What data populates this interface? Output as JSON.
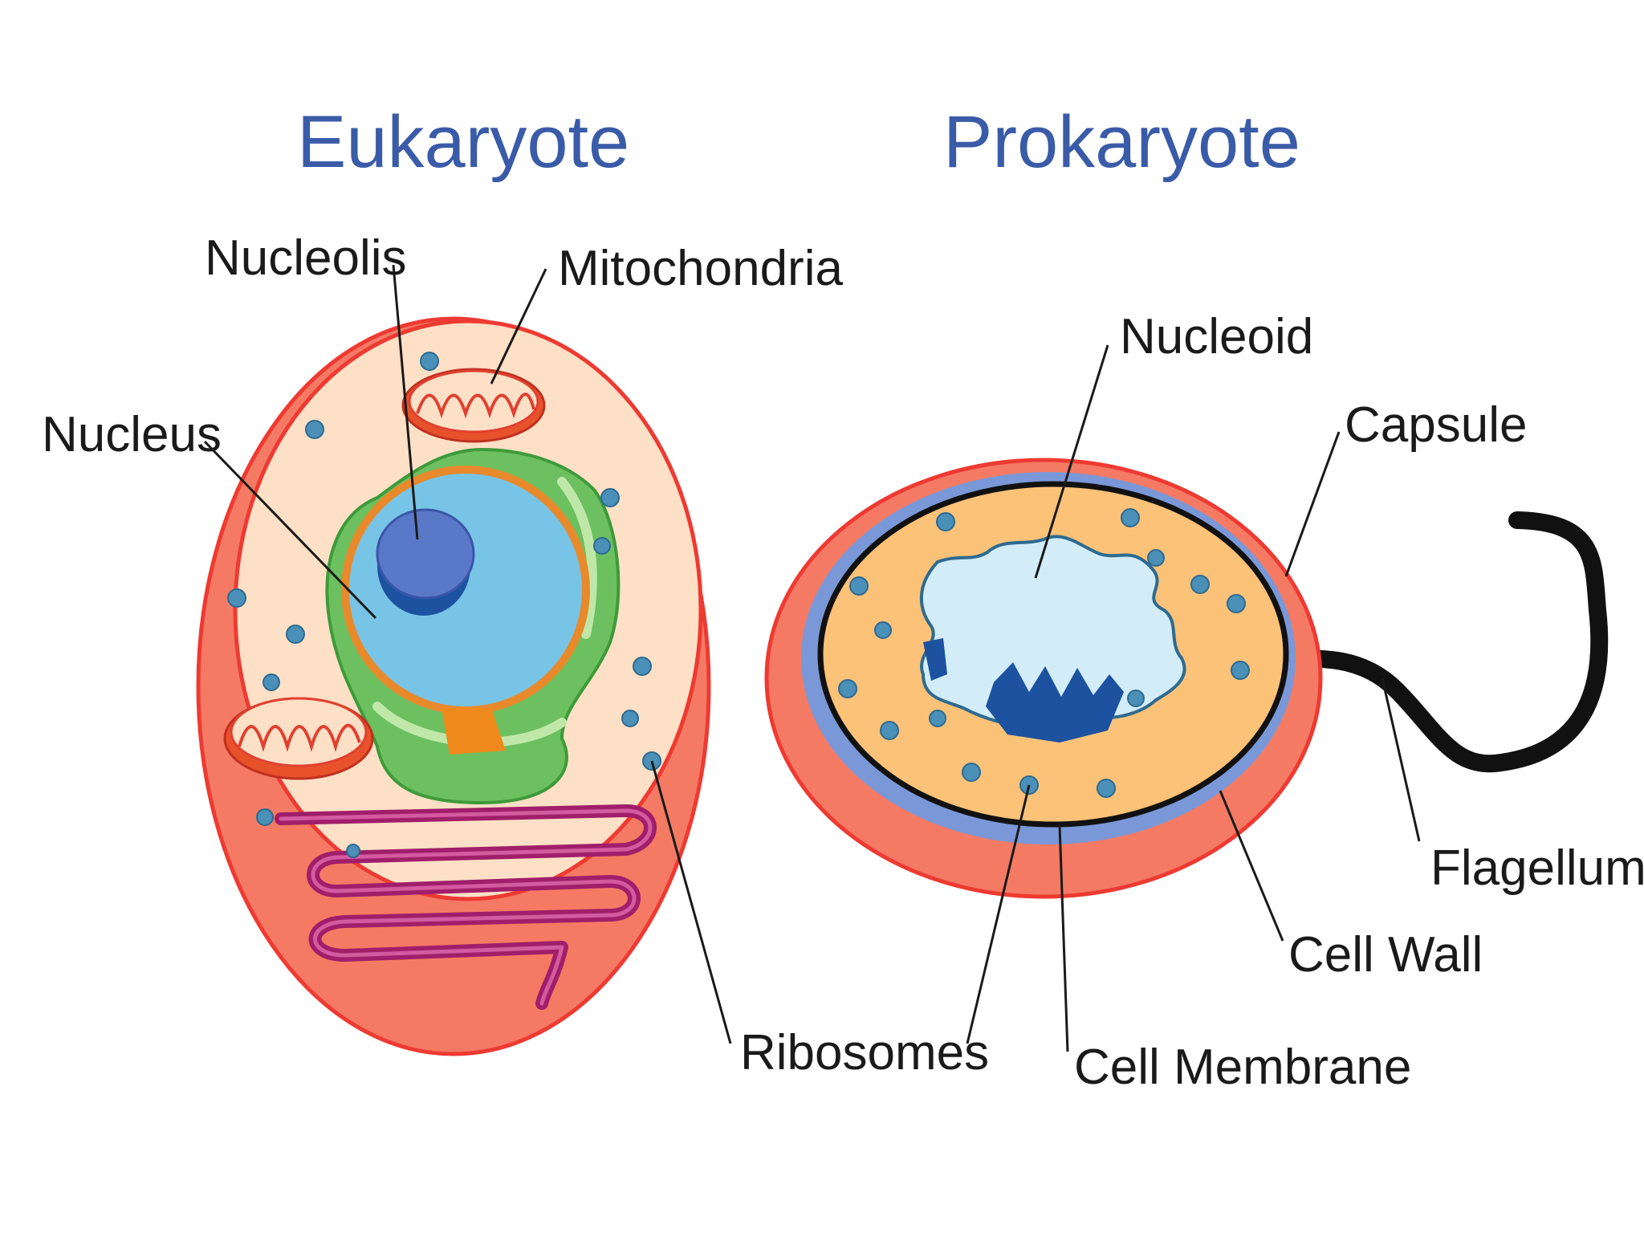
{
  "titles": {
    "eukaryote": "Eukaryote",
    "prokaryote": "Prokaryote"
  },
  "labels": {
    "nucleolis": "Nucleolis",
    "mitochondria": "Mitochondria",
    "nucleus": "Nucleus",
    "ribosomes": "Ribosomes",
    "nucleoid": "Nucleoid",
    "capsule": "Capsule",
    "flagellum": "Flagellum",
    "cell_wall": "Cell Wall",
    "cell_membrane": "Cell Membrane"
  },
  "colors": {
    "outer_red": "#ee3a32",
    "cell_outer_fill": "#f47a64",
    "cytoplasm_light": "#fde0c6",
    "cytoplasm_orange": "#fbc278",
    "nucleus_blue": "#78c4e6",
    "nucleolus_blue": "#5a78c8",
    "nucleolus_dark": "#1c52a0",
    "er_green": "#6cc060",
    "er_light_green": "#bfe8a8",
    "golgi_purple": "#a01e6a",
    "ribosome_blue": "#4a90b8",
    "nucleoid_light": "#d2ecf8",
    "cell_wall_blue": "#7a98d8",
    "membrane_black": "#111111",
    "title_blue": "#3a5ba8"
  }
}
